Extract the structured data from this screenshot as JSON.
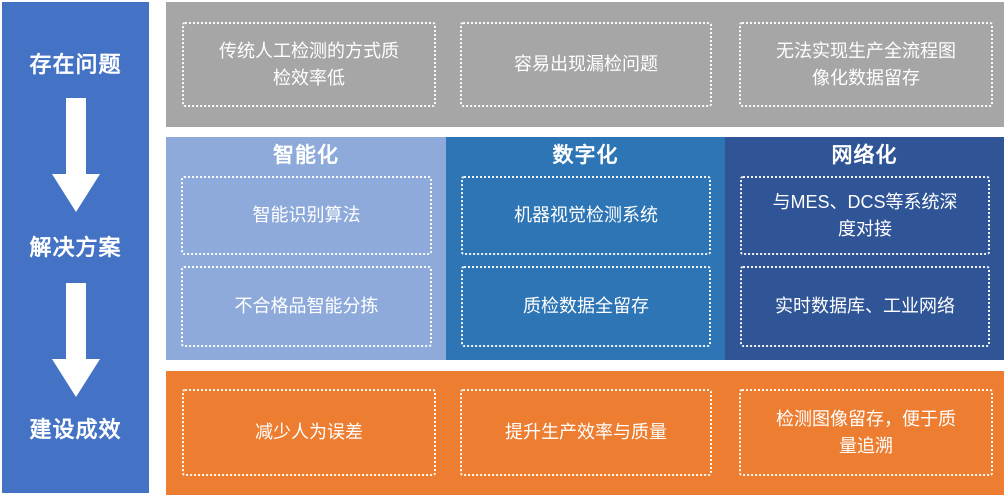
{
  "sidebar": {
    "color": "#4472C4",
    "items": [
      {
        "label": "存在问题"
      },
      {
        "label": "解决方案"
      },
      {
        "label": "建设成效"
      }
    ]
  },
  "rows": {
    "problems": {
      "color": "#A6A6A6",
      "boxes": [
        "传统人工检测的方式质\n检效率低",
        "容易出现漏检问题",
        "无法实现生产全流程图\n像化数据留存"
      ]
    },
    "solutions": {
      "columns": [
        {
          "header": "智能化",
          "color": "#8EAADB",
          "boxes": [
            "智能识别算法",
            "不合格品智能分拣"
          ]
        },
        {
          "header": "数字化",
          "color": "#2E75B6",
          "boxes": [
            "机器视觉检测系统",
            "质检数据全留存"
          ]
        },
        {
          "header": "网络化",
          "color": "#2F5597",
          "boxes": [
            "与MES、DCS等系统深\n度对接",
            "实时数据库、工业网络"
          ]
        }
      ]
    },
    "results": {
      "color": "#ED7D31",
      "boxes": [
        "减少人为误差",
        "提升生产效率与质量",
        "检测图像留存，便于质\n量追溯"
      ]
    }
  }
}
